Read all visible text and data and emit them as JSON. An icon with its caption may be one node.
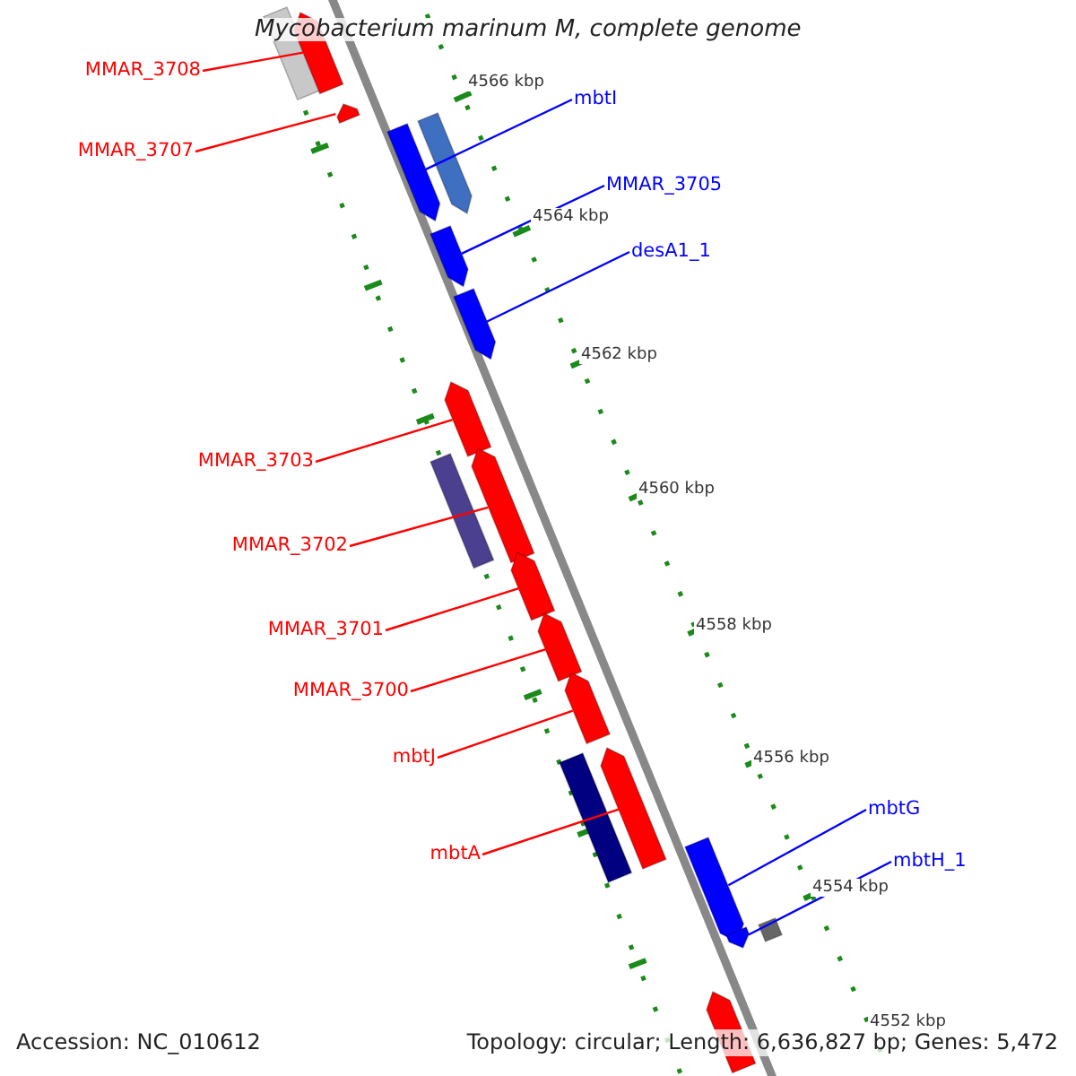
{
  "diagram": {
    "title": "Mycobacterium marinum M, complete genome",
    "nodes": [
      {
        "text": [
          "MMAR_3708"
        ]
      },
      {
        "text": [
          "mbtI"
        ]
      },
      {
        "text": [
          "MMAR_3707"
        ]
      },
      {
        "text": [
          "MMAR_3705"
        ]
      },
      {
        "text": [
          "desA1_1"
        ]
      },
      {
        "text": [
          "MMAR_3703"
        ]
      },
      {
        "text": [
          "MMAR_3702"
        ]
      },
      {
        "text": [
          "MMAR_3701"
        ]
      },
      {
        "text": [
          "MMAR_3700"
        ]
      },
      {
        "text": [
          "mbtJ"
        ]
      },
      {
        "text": [
          "mbtA"
        ]
      },
      {
        "text": [
          "mbtG"
        ]
      },
      {
        "text": [
          "mbtH_1"
        ]
      },
      {
        "text": [],
        "shape": "box"
      },
      {
        "text": [],
        "shape": "arrow"
      },
      {
        "text": [],
        "shape": "arrow"
      },
      {
        "text": [],
        "shape": "arrow"
      },
      {
        "text": [],
        "shape": "arrow"
      },
      {
        "text": [],
        "shape": "arrow"
      },
      {
        "text": [],
        "shape": "arrow"
      },
      {
        "text": [],
        "shape": "arrow"
      },
      {
        "text": [],
        "shape": "box"
      },
      {
        "text": [],
        "shape": "arrow"
      },
      {
        "text": [],
        "shape": "arrow"
      },
      {
        "text": [],
        "shape": "arrow"
      },
      {
        "text": [],
        "shape": "arrow"
      },
      {
        "text": [],
        "shape": "box"
      },
      {
        "text": [],
        "shape": "arrow"
      },
      {
        "text": [],
        "shape": "arrow"
      },
      {
        "text": [],
        "shape": "arrow"
      },
      {
        "text": [],
        "shape": "box"
      },
      {
        "text": [],
        "shape": "arrow"
      }
    ],
    "edges": [
      {
        "from": 0,
        "to": 14,
        "arrow": "none"
      },
      {
        "from": 1,
        "to": 16,
        "arrow": "none",
        "color": "#0000ff"
      },
      {
        "from": 2,
        "to": 15,
        "arrow": "none"
      },
      {
        "from": 3,
        "to": 18,
        "arrow": "none",
        "color": "#0000ff"
      },
      {
        "from": 4,
        "to": 19,
        "arrow": "none",
        "color": "#0000ff"
      },
      {
        "from": 5,
        "to": 20,
        "arrow": "none"
      },
      {
        "from": 6,
        "to": 22,
        "arrow": "none"
      },
      {
        "from": 7,
        "to": 23,
        "arrow": "none"
      },
      {
        "from": 8,
        "to": 24,
        "arrow": "none"
      },
      {
        "from": 9,
        "to": 25,
        "arrow": "none"
      },
      {
        "from": 10,
        "to": 27,
        "arrow": "none"
      },
      {
        "from": 11,
        "to": 28,
        "arrow": "none",
        "color": "#0000ff"
      },
      {
        "from": 12,
        "to": 29,
        "arrow": "none",
        "color": "#0000ff"
      }
    ],
    "labels": [
      "4566 kbp",
      "4564 kbp",
      "4562 kbp",
      "4560 kbp",
      "4558 kbp",
      "4556 kbp",
      "4554 kbp",
      "4552 kbp",
      "Accession: NC_010612",
      "Topology: circular; Length: 6,636,827 bp; Genes: 5,472"
    ]
  }
}
